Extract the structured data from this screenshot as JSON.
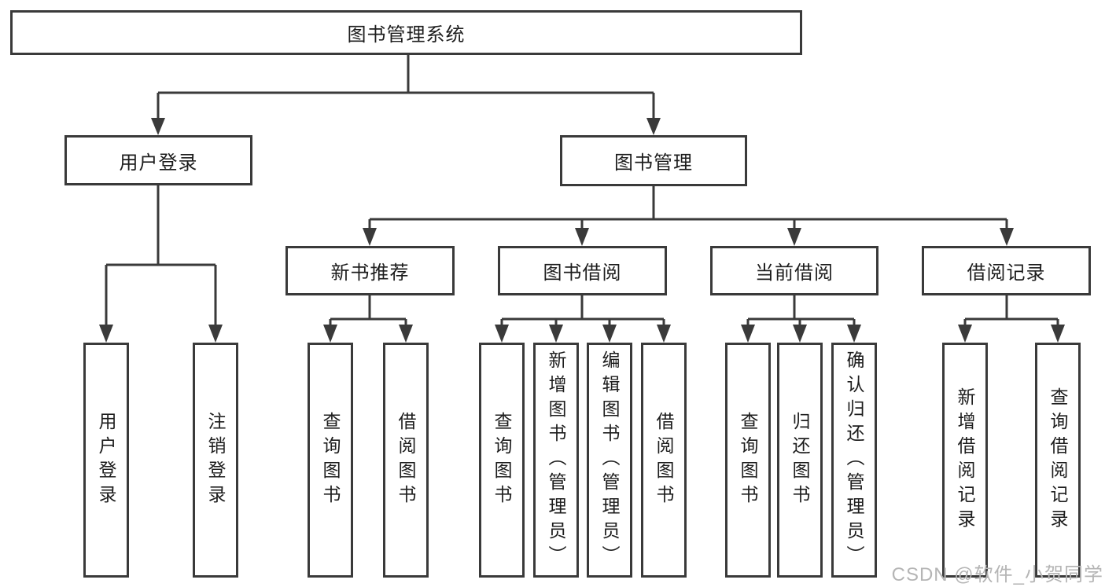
{
  "diagram": {
    "tree": {
      "root": {
        "label": "图书管理系统",
        "children": [
          {
            "label": "用户登录",
            "children": [
              {
                "label": "用户登录"
              },
              {
                "label": "注销登录"
              }
            ]
          },
          {
            "label": "图书管理",
            "children": [
              {
                "label": "新书推荐",
                "children": [
                  {
                    "label": "查询图书"
                  },
                  {
                    "label": "借阅图书"
                  }
                ]
              },
              {
                "label": "图书借阅",
                "children": [
                  {
                    "label": "查询图书"
                  },
                  {
                    "label": "新增图书（管理员）"
                  },
                  {
                    "label": "编辑图书（管理员）"
                  },
                  {
                    "label": "借阅图书"
                  }
                ]
              },
              {
                "label": "当前借阅",
                "children": [
                  {
                    "label": "查询图书"
                  },
                  {
                    "label": "归还图书"
                  },
                  {
                    "label": "确认归还（管理员）"
                  }
                ]
              },
              {
                "label": "借阅记录",
                "children": [
                  {
                    "label": "新增借阅记录"
                  },
                  {
                    "label": "查询借阅记录"
                  }
                ]
              }
            ]
          }
        ]
      }
    },
    "colors": {
      "line": "#3a3a3a",
      "text": "#1d1d1d",
      "box_background": "#ffffff",
      "watermark": "#b5b5b5"
    }
  },
  "watermark": {
    "text": "CSDN @软件_小贺同学"
  }
}
